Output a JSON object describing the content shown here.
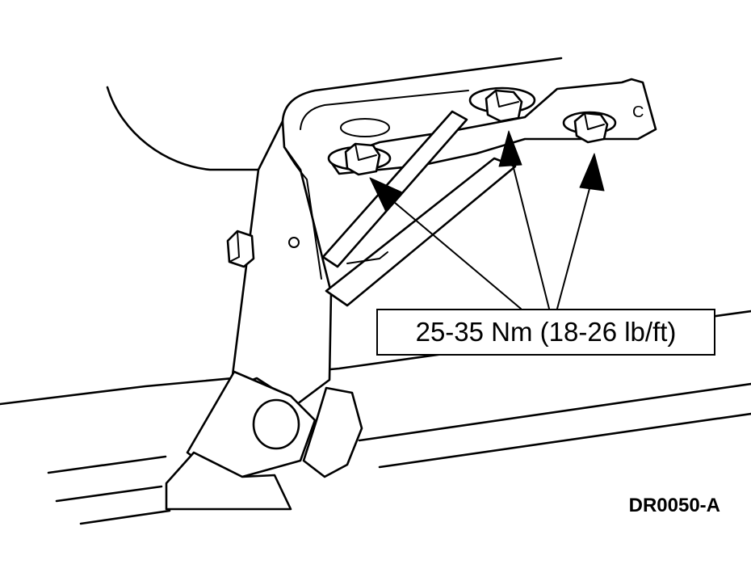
{
  "diagram": {
    "torque_spec": "25-35 Nm (18-26 lb/ft)",
    "figure_code": "DR0050-A",
    "bracket_letter": "C",
    "bolt_count": 3
  }
}
